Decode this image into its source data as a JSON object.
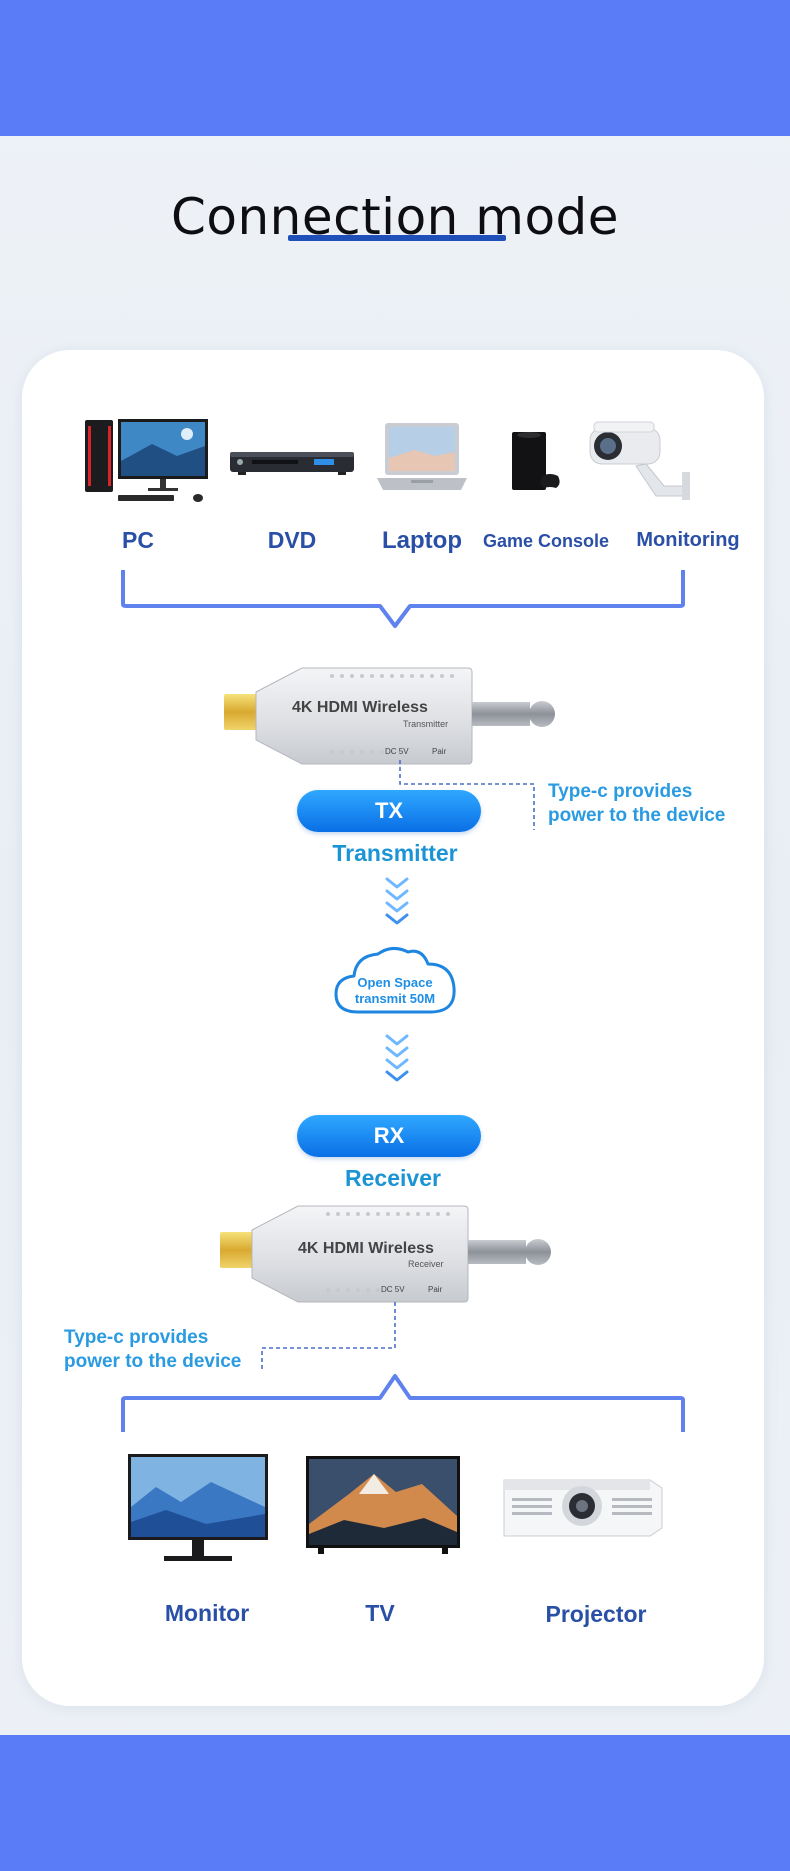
{
  "page": {
    "title": "Connection mode",
    "accent_color": "#5a7cf7"
  },
  "sources": [
    {
      "label": "PC",
      "icon": "desktop-pc-icon"
    },
    {
      "label": "DVD",
      "icon": "dvd-player-icon"
    },
    {
      "label": "Laptop",
      "icon": "laptop-icon"
    },
    {
      "label": "Game Console",
      "icon": "game-console-icon"
    },
    {
      "label": "Monitoring",
      "icon": "security-camera-icon"
    }
  ],
  "transmitter": {
    "device_title": "4K HDMI Wireless",
    "device_subtitle": "Transmitter",
    "port_dc": "DC 5V",
    "port_pair": "Pair",
    "pill": "TX",
    "label": "Transmitter",
    "note_line1": "Type-c provides",
    "note_line2": "power to the device"
  },
  "cloud": {
    "line1": "Open Space",
    "line2": "transmit 50M"
  },
  "receiver": {
    "device_title": "4K HDMI Wireless",
    "device_subtitle": "Receiver",
    "port_dc": "DC 5V",
    "port_pair": "Pair",
    "pill": "RX",
    "label": "Receiver",
    "note_line1": "Type-c provides",
    "note_line2": "power to the device"
  },
  "destinations": [
    {
      "label": "Monitor",
      "icon": "monitor-icon"
    },
    {
      "label": "TV",
      "icon": "tv-icon"
    },
    {
      "label": "Projector",
      "icon": "projector-icon"
    }
  ]
}
